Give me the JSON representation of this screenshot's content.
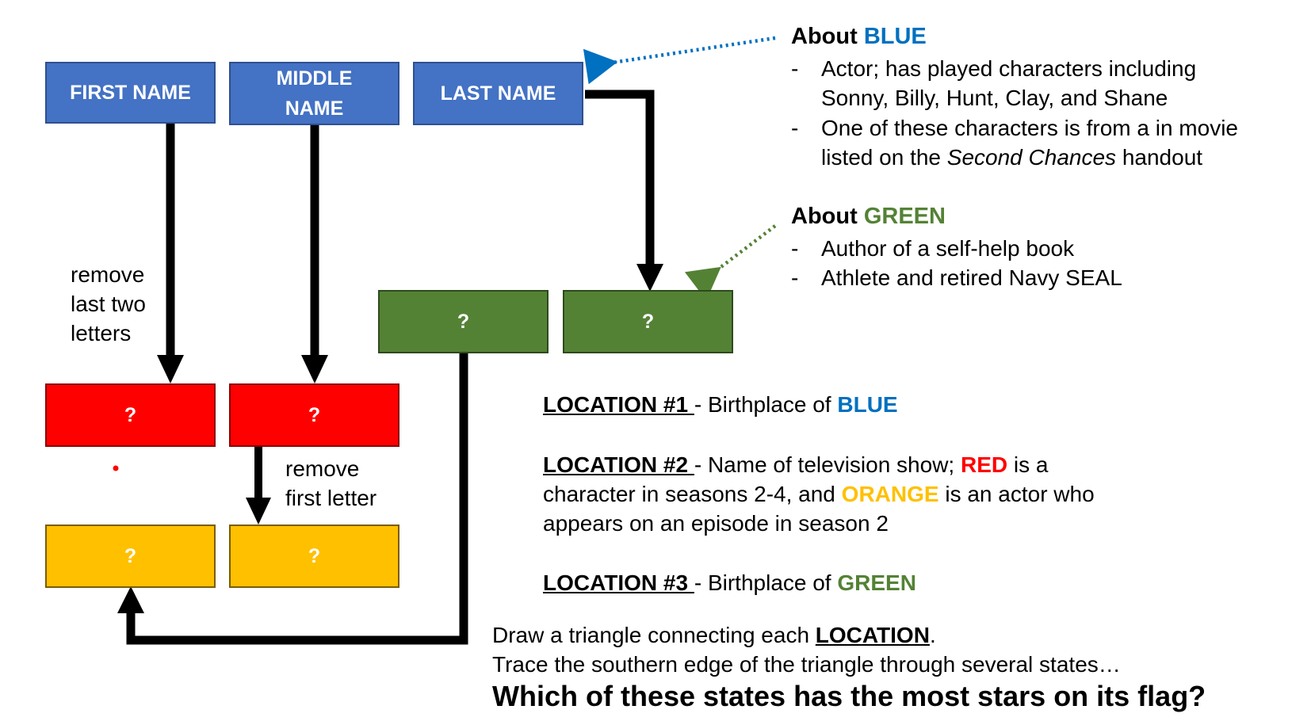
{
  "boxes": {
    "first_name": "FIRST NAME",
    "middle_name_line1": "MIDDLE",
    "middle_name_line2": "NAME",
    "last_name": "LAST NAME",
    "green_left": "?",
    "green_right": "?",
    "red_left": "?",
    "red_right": "?",
    "yellow_left": "?",
    "yellow_right": "?"
  },
  "instructions": {
    "remove_last_two": [
      "remove",
      "last two",
      "letters"
    ],
    "remove_first": [
      "remove",
      "first letter"
    ]
  },
  "about_blue": {
    "prefix": "About ",
    "color_word": "BLUE",
    "bullet_marker": "-",
    "bullets": [
      [
        "Actor; has played characters including",
        "Sonny, Billy, Hunt, Clay, and Shane"
      ],
      [
        "One of these characters is from a in movie",
        "listed on the ",
        "Second Chances",
        " handout"
      ]
    ]
  },
  "about_green": {
    "prefix": "About ",
    "color_word": "GREEN",
    "bullet_marker": "-",
    "bullets": [
      "Author of a self-help book",
      "Athlete and retired Navy SEAL"
    ]
  },
  "locations": {
    "loc1_label": "LOCATION #1 ",
    "loc1_text": " - Birthplace of ",
    "loc1_color": "BLUE",
    "loc2_label": "LOCATION #2 ",
    "loc2_text_a": " - Name of television show; ",
    "loc2_red": "RED",
    "loc2_text_b": " is a",
    "loc2_line2_a": "character in seasons 2-4, and ",
    "loc2_orange": "ORANGE",
    "loc2_line2_b": " is an actor who",
    "loc2_line3": "appears on an episode in season 2",
    "loc3_label": "LOCATION #3 ",
    "loc3_text": " - Birthplace of ",
    "loc3_color": "GREEN"
  },
  "final": {
    "line1_a": "Draw a triangle connecting each ",
    "line1_loc": "LOCATION",
    "line1_b": ".",
    "line2": "Trace the southern edge of the triangle through several states…",
    "question": "Which of these states has the most stars on its flag?"
  },
  "colors": {
    "blue_box": "#4472c4",
    "green_box": "#548235",
    "red_box": "#ff0000",
    "yellow_box": "#ffc000",
    "blue_text": "#0070c0",
    "green_text": "#548235",
    "orange_text": "#ffc000"
  }
}
